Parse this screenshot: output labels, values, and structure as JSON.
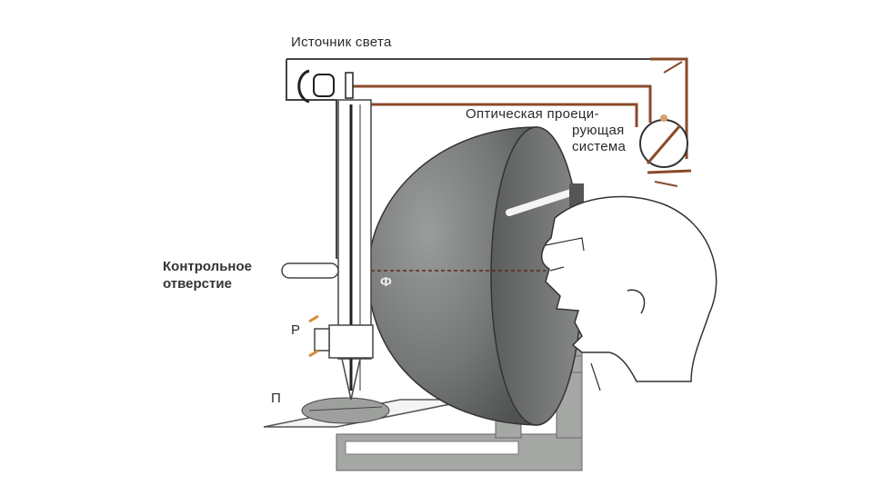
{
  "labels": {
    "light_source": "Источник света",
    "projection_line1": "Оптическая проеци-",
    "projection_line2": "рующая",
    "projection_line3": "система",
    "control_line1": "Контрольное",
    "control_line2": "отверстие",
    "letter_f": "Ф",
    "letter_r": "Р",
    "letter_p": "П"
  },
  "colors": {
    "tube": "#8a4a2a",
    "dome": "#6f7270",
    "stand": "#9a9c9a"
  }
}
